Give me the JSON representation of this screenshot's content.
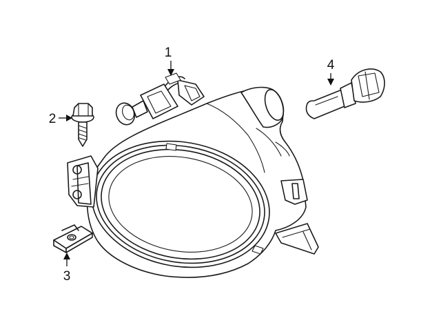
{
  "callouts": [
    {
      "id": "1",
      "label": "1",
      "part": "bulb-socket"
    },
    {
      "id": "2",
      "label": "2",
      "part": "screw"
    },
    {
      "id": "3",
      "label": "3",
      "part": "clip-nut"
    },
    {
      "id": "4",
      "label": "4",
      "part": "bulb"
    }
  ],
  "colors": {
    "line": "#1a1a1a",
    "background": "#ffffff"
  }
}
